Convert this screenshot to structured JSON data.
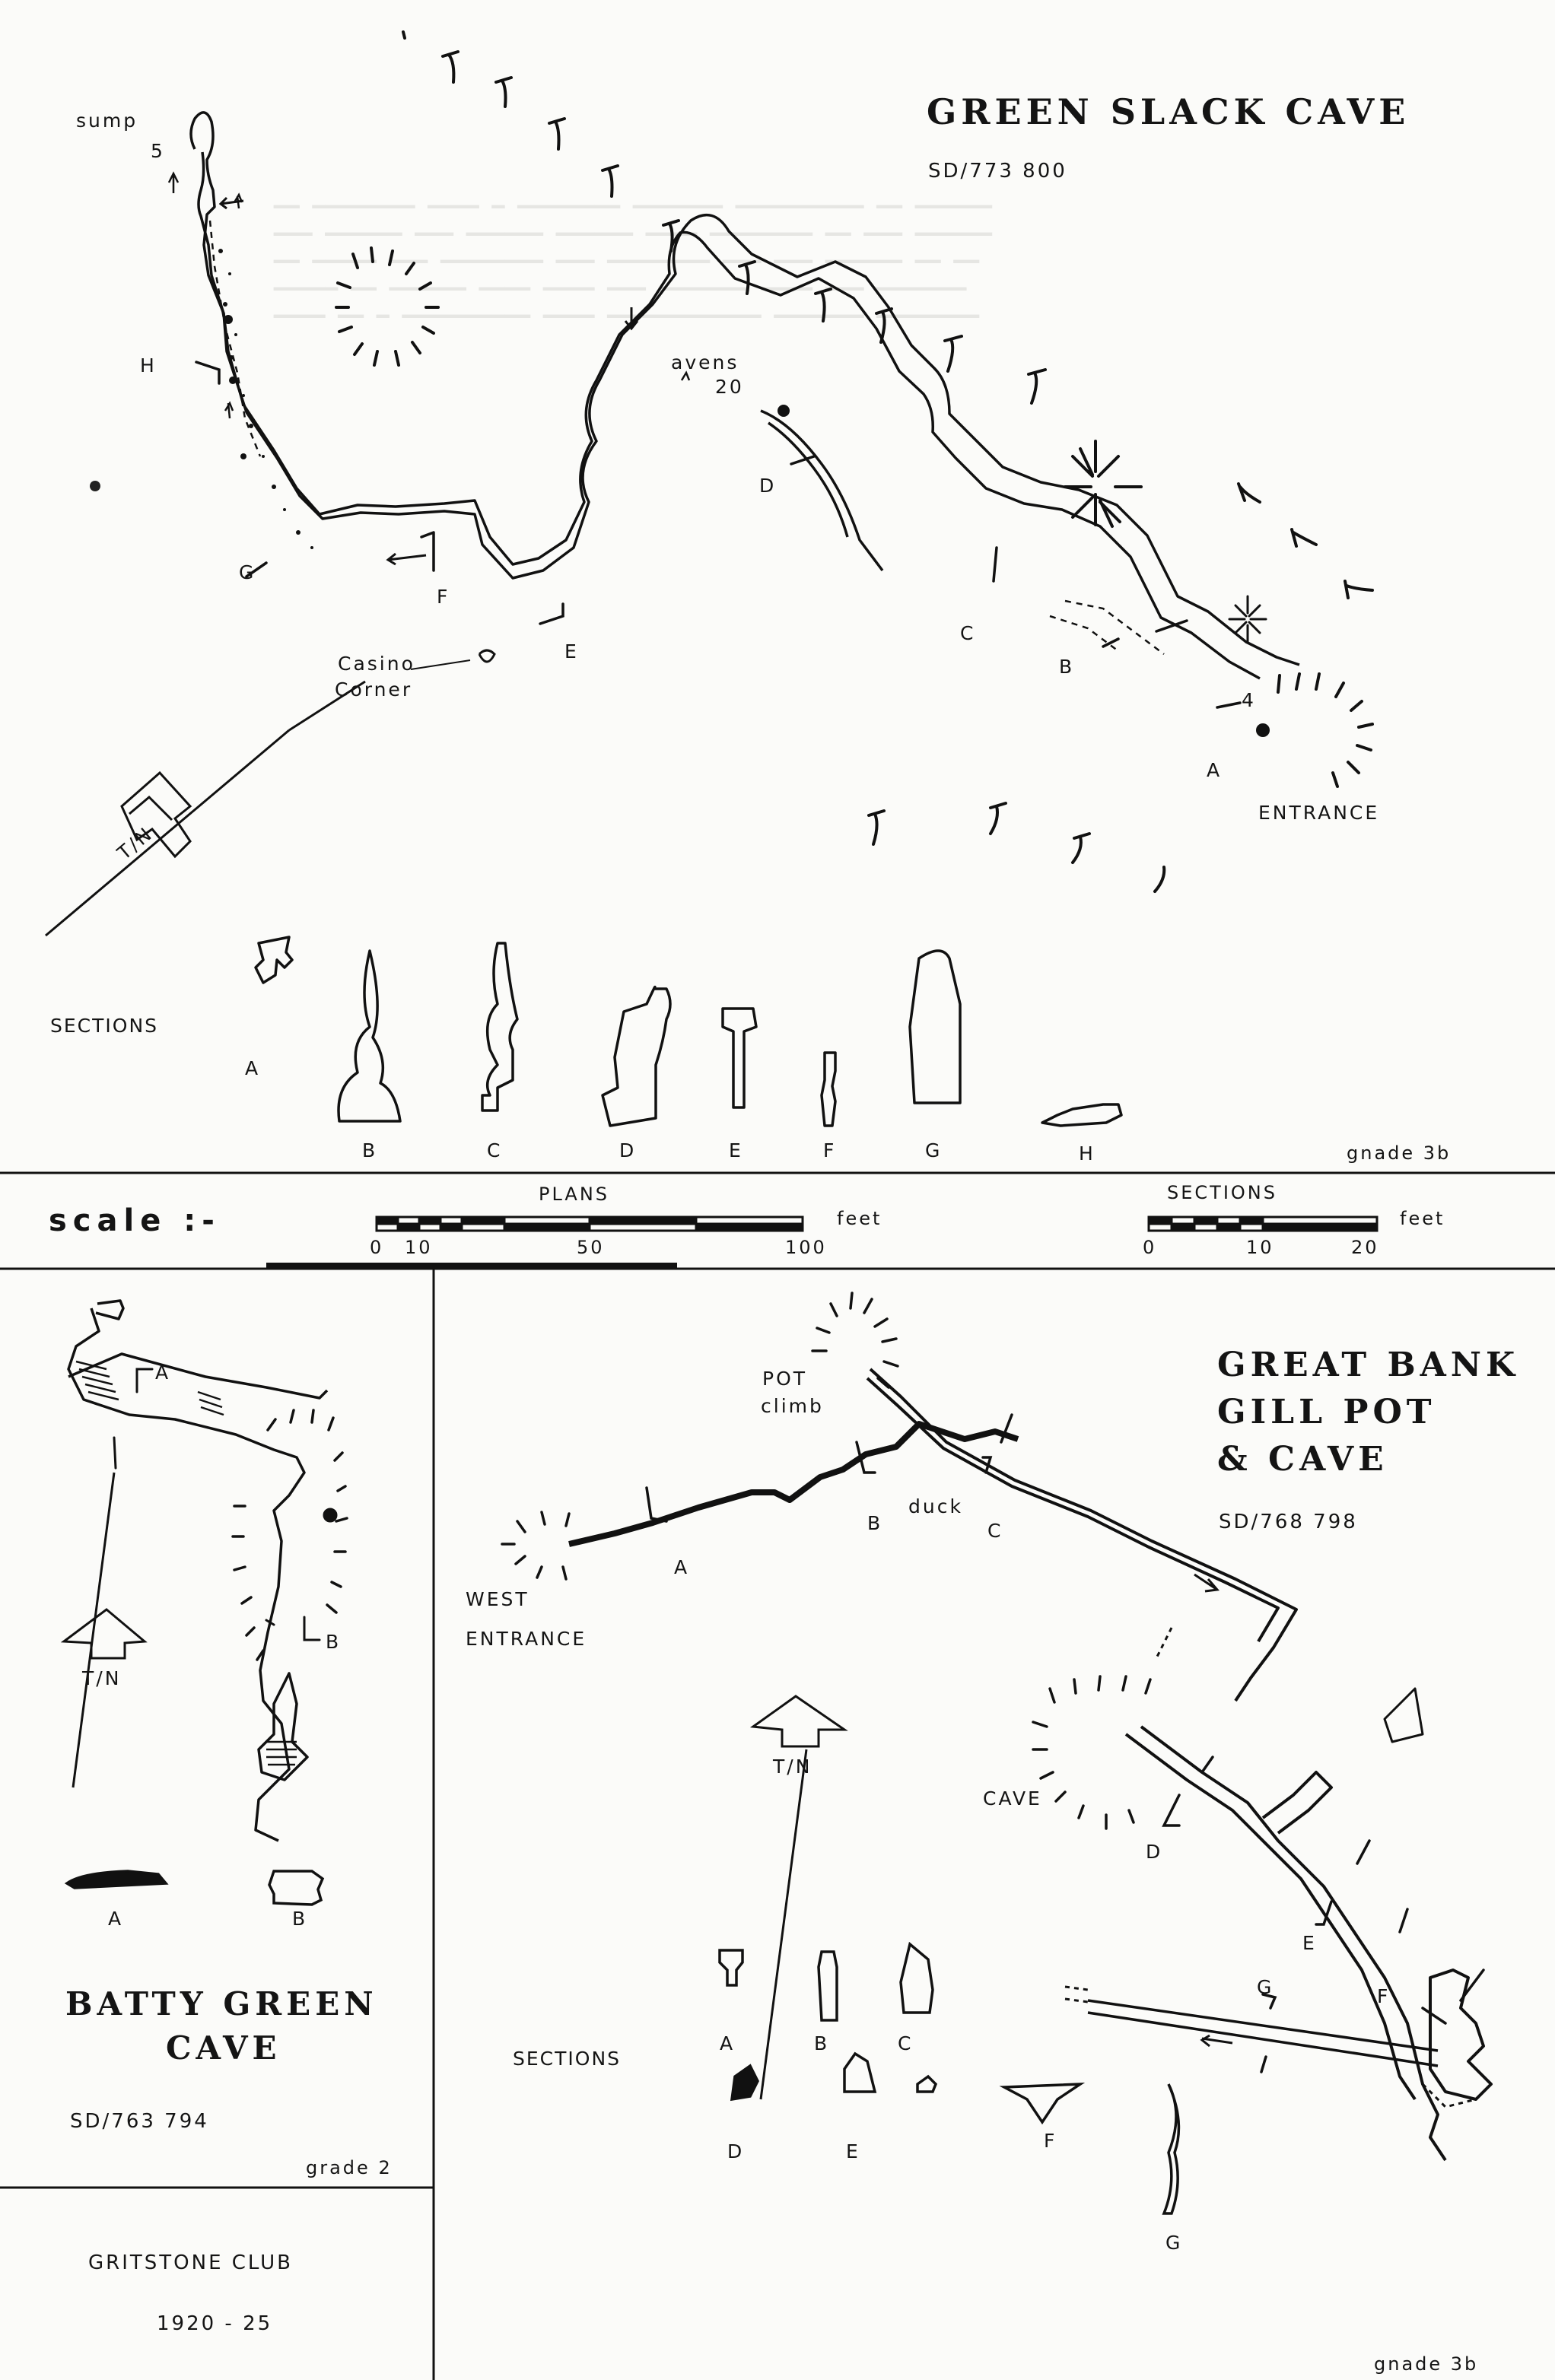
{
  "green_slack": {
    "title": "GREEN  SLACK  CAVE",
    "grid_ref": "SD/773 800",
    "grade": "gnade 3b",
    "labels": {
      "sump": "sump",
      "sump_depth": "5",
      "avens": "avens",
      "avens_height": "20",
      "casino_1": "Casino",
      "casino_2": "Corner",
      "entrance": "ENTRANCE",
      "drop": "4",
      "north": "T/N"
    },
    "station_letters": [
      "A",
      "B",
      "C",
      "D",
      "E",
      "F",
      "G",
      "H"
    ],
    "sections_heading": "SECTIONS",
    "section_letters": [
      "A",
      "B",
      "C",
      "D",
      "E",
      "F",
      "G",
      "H"
    ]
  },
  "scale": {
    "label": "scale :-",
    "plans_heading": "PLANS",
    "plans_ticks": [
      "0",
      "10",
      "50",
      "100"
    ],
    "plans_unit": "feet",
    "sections_heading": "SECTIONS",
    "sections_ticks": [
      "0",
      "10",
      "20"
    ],
    "sections_unit": "feet"
  },
  "batty_green": {
    "title_1": "BATTY  GREEN",
    "title_2": "CAVE",
    "grid_ref": "SD/763 794",
    "grade": "grade 2",
    "north": "T/N",
    "station_letters": [
      "A",
      "B"
    ],
    "section_letters": [
      "A",
      "B"
    ]
  },
  "club": {
    "name": "GRITSTONE CLUB",
    "years": "1920 - 25"
  },
  "great_bank": {
    "title_1": "GREAT  BANK",
    "title_2": "GILL  POT",
    "title_3": "& CAVE",
    "grid_ref": "SD/768 798",
    "grade": "gnade 3b",
    "labels": {
      "pot": "POT",
      "climb": "climb",
      "duck": "duck",
      "west_1": "WEST",
      "west_2": "ENTRANCE",
      "cave": "CAVE",
      "north": "T/N"
    },
    "station_letters": [
      "A",
      "B",
      "C",
      "D",
      "E",
      "F",
      "G"
    ],
    "sections_heading": "SECTIONS",
    "section_letters": [
      "A",
      "B",
      "C",
      "D",
      "E",
      "F",
      "G"
    ]
  }
}
